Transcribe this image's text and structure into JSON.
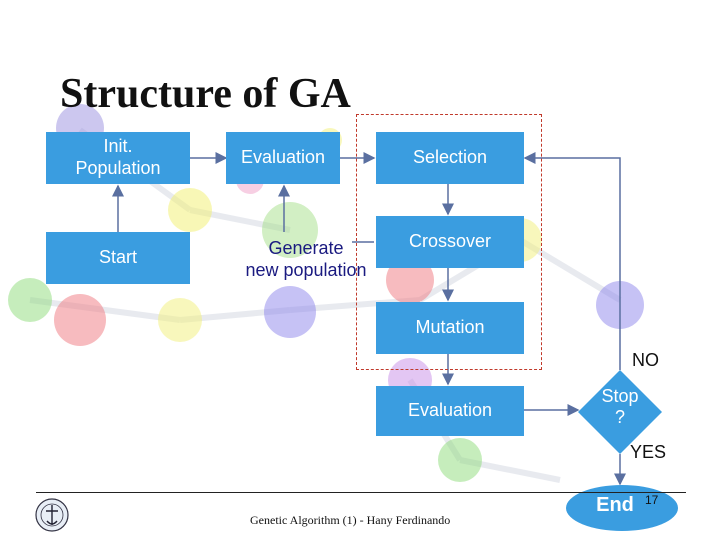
{
  "title": "Structure of GA",
  "nodes": {
    "init_population": "Init.\nPopulation",
    "start": "Start",
    "evaluation_top": "Evaluation",
    "selection": "Selection",
    "generate": "Generate\nnew population",
    "crossover": "Crossover",
    "mutation": "Mutation",
    "evaluation_bottom": "Evaluation",
    "stop": "Stop\n?",
    "end": "End"
  },
  "edge_labels": {
    "no": "NO",
    "yes": "YES"
  },
  "footer": {
    "text": "Genetic Algorithm (1) - Hany Ferdinando",
    "page_number": "17"
  },
  "colors": {
    "box": "#3a9de0",
    "label_text": "#1a1a80",
    "dashed_border": "#c0392b"
  }
}
